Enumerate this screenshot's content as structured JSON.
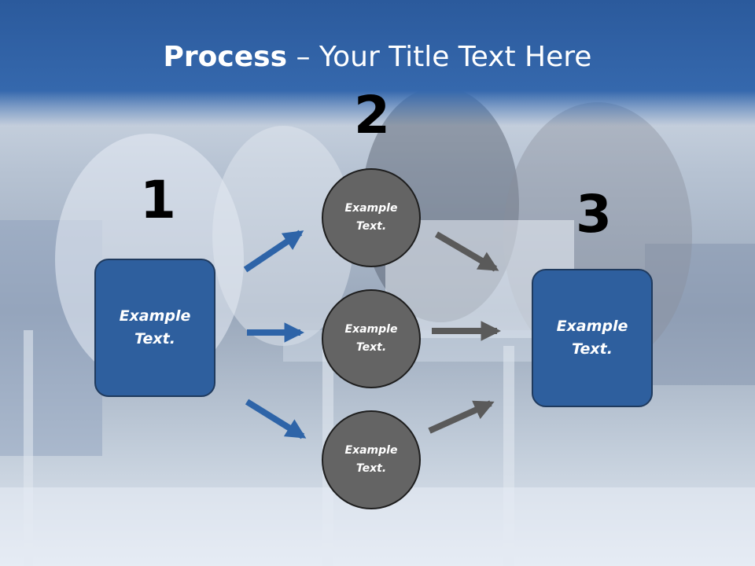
{
  "title": {
    "bold": "Process",
    "rest": " – Your Title Text Here"
  },
  "numbers": {
    "one": "1",
    "two": "2",
    "three": "3"
  },
  "left_box": {
    "text": "Example Text."
  },
  "right_box": {
    "text": "Example Text."
  },
  "circles": [
    {
      "text": "Example Text."
    },
    {
      "text": "Example Text."
    },
    {
      "text": "Example Text."
    }
  ],
  "colors": {
    "header": "#3568ad",
    "box": "#2e5f9e",
    "circle": "#646464",
    "blue_arrow": "#2e64a8",
    "gray_arrow": "#5a5a5a"
  }
}
